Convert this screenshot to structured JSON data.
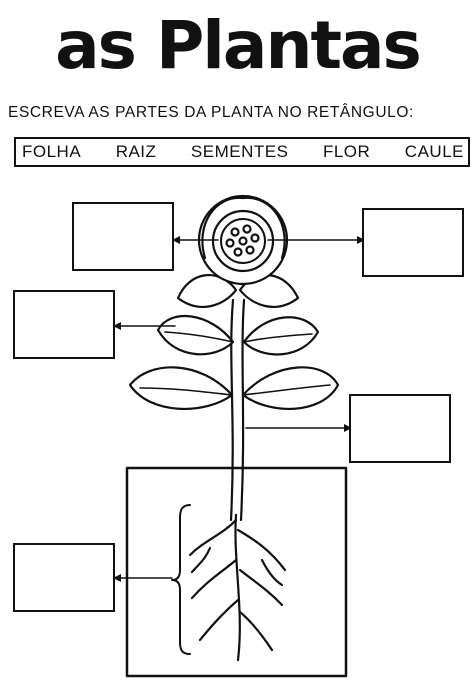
{
  "title": "as Plantas",
  "instruction": "ESCREVA AS PARTES DA PLANTA NO RETÂNGULO:",
  "word_bank": [
    "FOLHA",
    "RAIZ",
    "SEMENTES",
    "FLOR",
    "CAULE"
  ],
  "answer_boxes": [
    {
      "id": "box-flower-left",
      "value": ""
    },
    {
      "id": "box-flower-right",
      "value": ""
    },
    {
      "id": "box-leaf",
      "value": ""
    },
    {
      "id": "box-stem",
      "value": ""
    },
    {
      "id": "box-root",
      "value": ""
    }
  ]
}
